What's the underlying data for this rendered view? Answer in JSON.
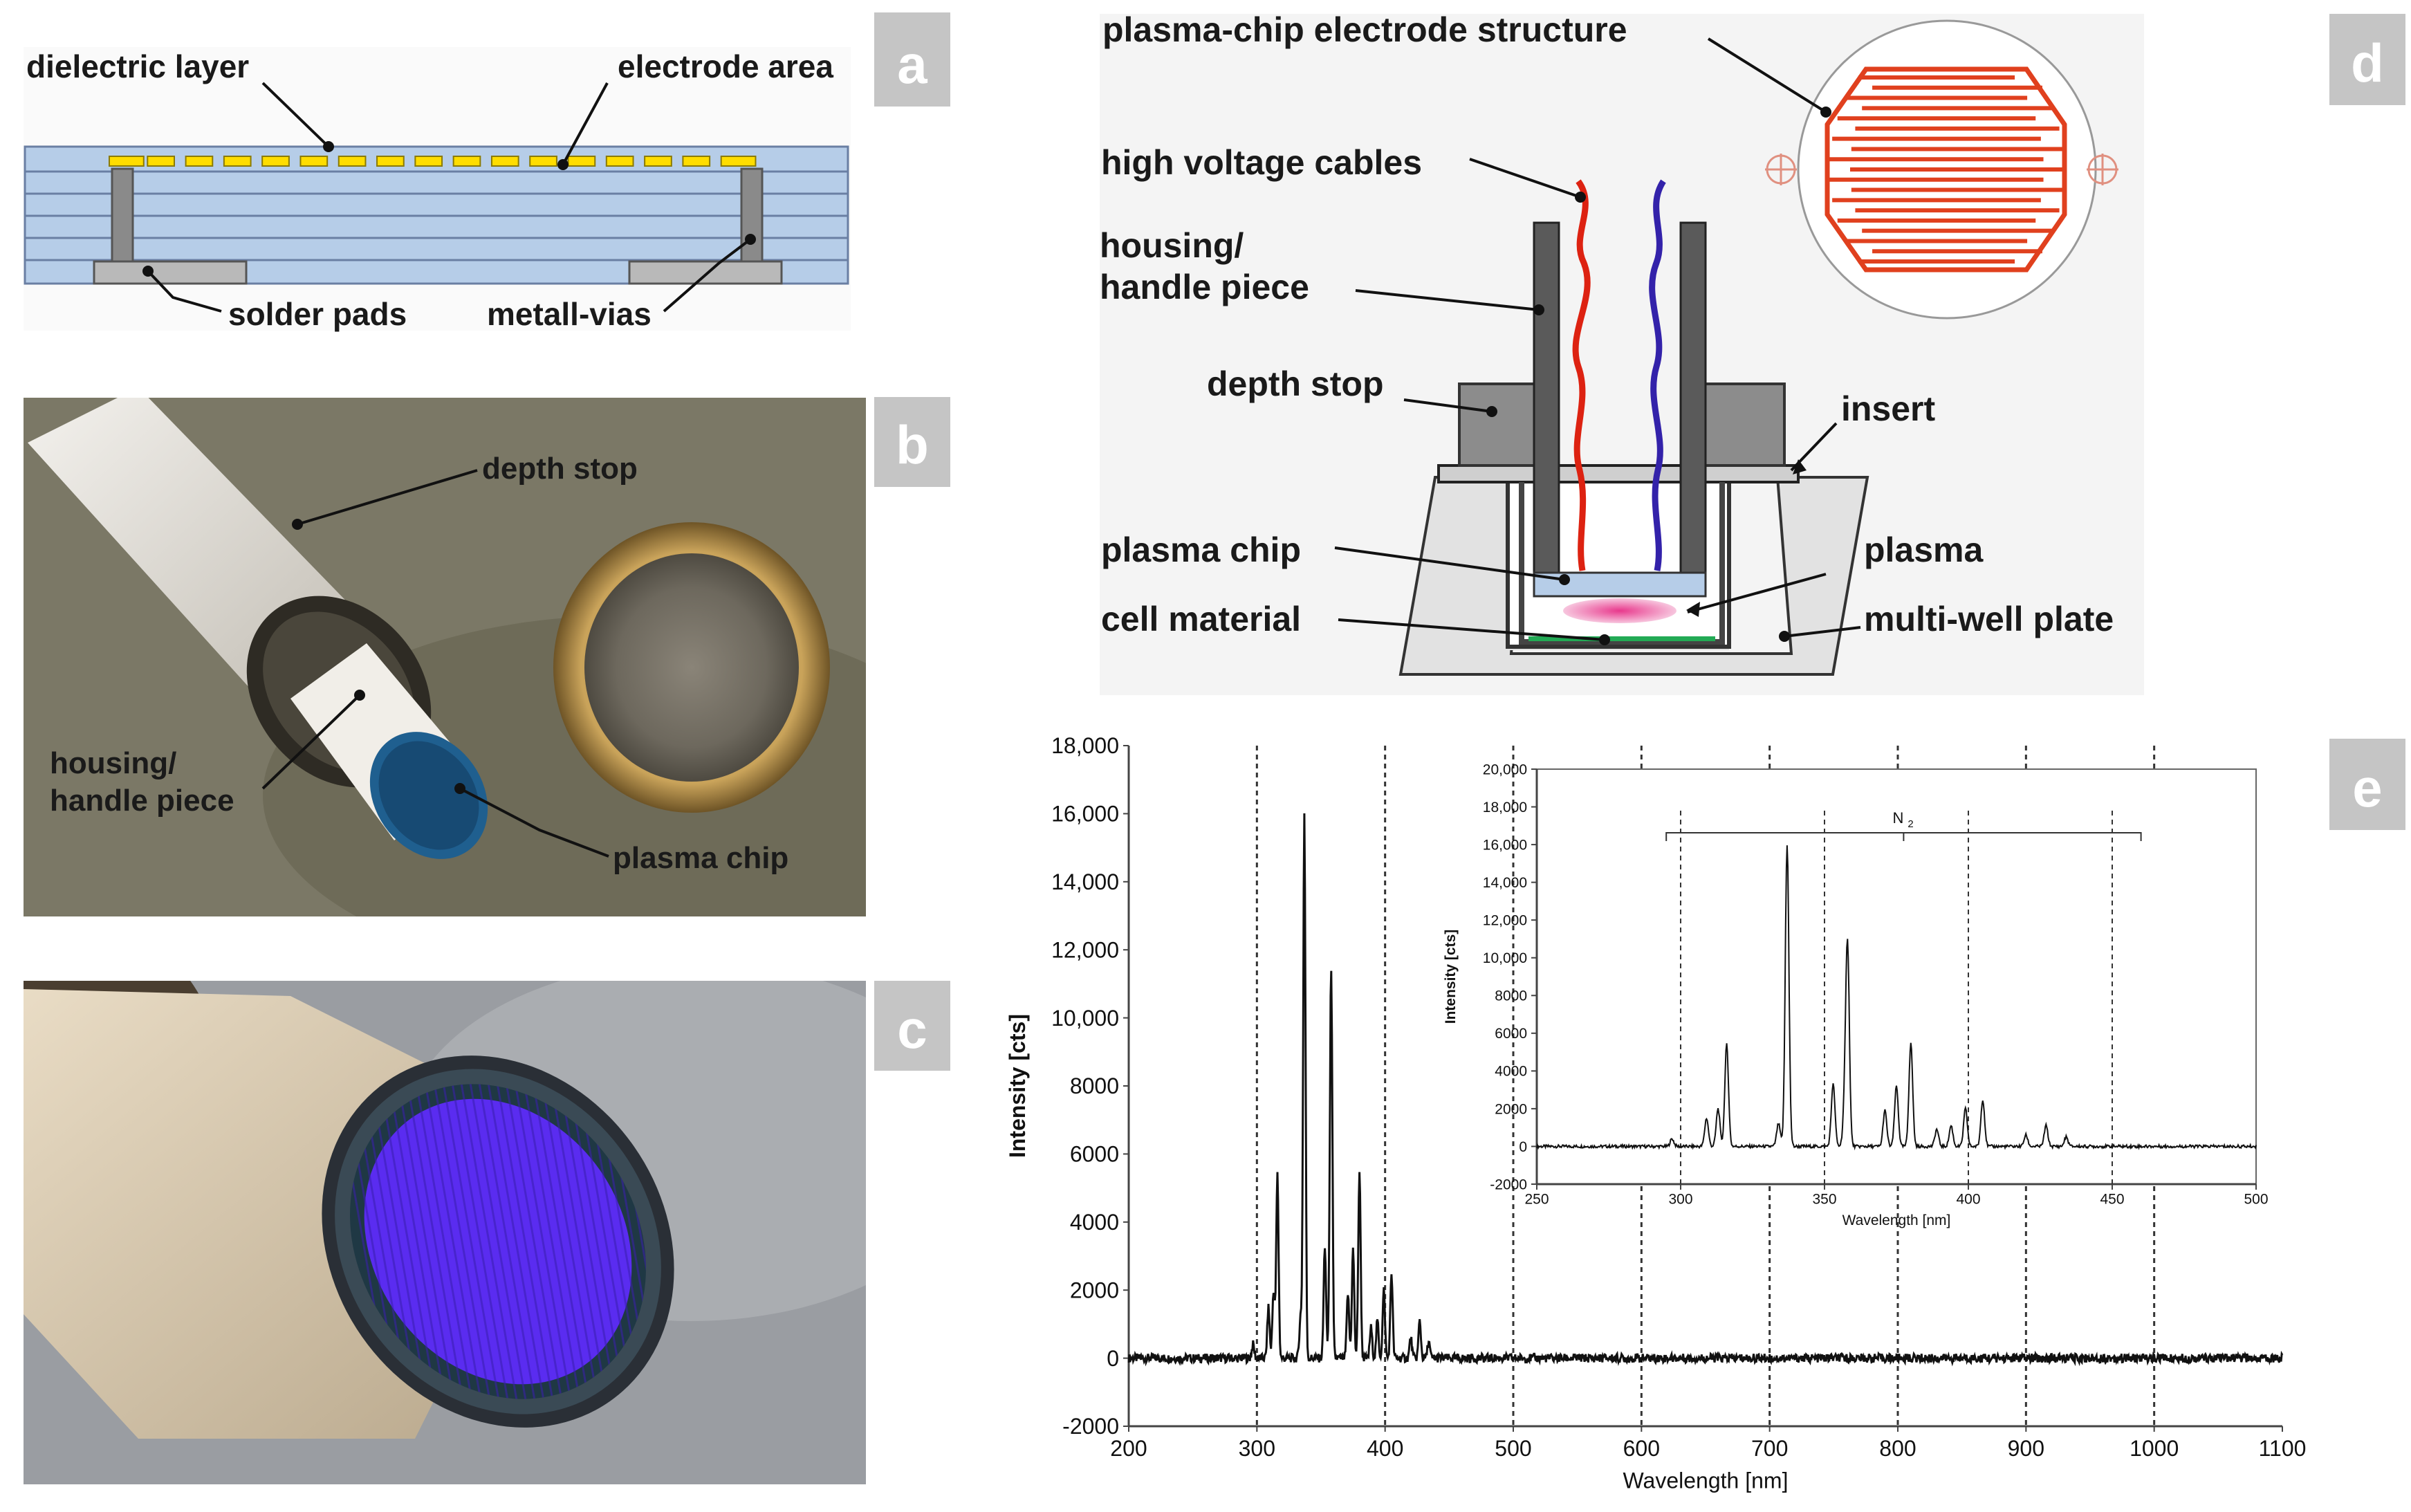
{
  "panels": {
    "a": {
      "badge": "a",
      "labels": {
        "dielectric_layer": "dielectric layer",
        "electrode_area": "electrode area",
        "solder_pads": "solder pads",
        "metall_vias": "metall-vias"
      }
    },
    "b": {
      "badge": "b",
      "labels": {
        "depth_stop": "depth stop",
        "housing_line1": "housing/",
        "housing_line2": "handle piece",
        "plasma_chip": "plasma chip"
      }
    },
    "c": {
      "badge": "c"
    },
    "d": {
      "badge": "d",
      "labels": {
        "electrode_structure": "plasma-chip electrode structure",
        "high_voltage": "high voltage cables",
        "housing_line1": "housing/",
        "housing_line2": "handle piece",
        "depth_stop": "depth stop",
        "insert": "insert",
        "plasma_chip": "plasma chip",
        "plasma": "plasma",
        "cell_material": "cell material",
        "multi_well": "multi-well plate"
      }
    },
    "e": {
      "badge": "e"
    }
  },
  "colors": {
    "pcb_blue": "#b6cde8",
    "electrode_yellow": "#ffdd00",
    "cable_red": "#dd2211",
    "cable_blue": "#3322aa",
    "electrode_red": "#e0401e",
    "plasma_pink": "#e8388c",
    "cell_green": "#22aa55",
    "badge_grey": "#c5c5c5",
    "plasma_violet": "#5a2cf0"
  },
  "chart_data": [
    {
      "type": "line",
      "xlabel": "Wavelength [nm]",
      "ylabel": "Intensity [cts]",
      "xlim": [
        200,
        1100
      ],
      "ylim": [
        -2000,
        18000
      ],
      "xticks": [
        "200",
        "300",
        "400",
        "500",
        "600",
        "700",
        "800",
        "900",
        "1000",
        "1100"
      ],
      "yticks": [
        "-2000",
        "0",
        "2000",
        "4000",
        "6000",
        "8000",
        "10,000",
        "12,000",
        "14,000",
        "16,000",
        "18,000"
      ],
      "vlines": [
        300,
        400,
        500,
        600,
        700,
        800,
        900,
        1000
      ],
      "peaks_nm": [
        297,
        309,
        313,
        316,
        334,
        337,
        353,
        357,
        358,
        371,
        375,
        380,
        389,
        394,
        399,
        405,
        420,
        427,
        434
      ],
      "peaks_cts": [
        400,
        1500,
        2000,
        5400,
        1200,
        16000,
        3300,
        1600,
        10600,
        1900,
        3200,
        5500,
        900,
        1100,
        2000,
        2500,
        600,
        1100,
        500
      ]
    },
    {
      "type": "line",
      "xlabel": "Wavelength [nm]",
      "ylabel": "Intensity [cts]",
      "annotation": "N",
      "annotation_sub": "2",
      "xlim": [
        250,
        500
      ],
      "ylim": [
        -2000,
        20000
      ],
      "xticks": [
        "250",
        "300",
        "350",
        "400",
        "450",
        "500"
      ],
      "yticks": [
        "-2000",
        "0",
        "2000",
        "4000",
        "6000",
        "8000",
        "10,000",
        "12,000",
        "14,000",
        "16,000",
        "18,000",
        "20,000"
      ],
      "vlines": [
        300,
        350,
        400,
        450
      ],
      "bracket": [
        295,
        460
      ],
      "peaks_nm": [
        297,
        309,
        313,
        316,
        334,
        337,
        353,
        357,
        358,
        371,
        375,
        380,
        389,
        394,
        399,
        405,
        420,
        427,
        434
      ],
      "peaks_cts": [
        400,
        1500,
        2000,
        5400,
        1200,
        16000,
        3300,
        1600,
        10600,
        1900,
        3200,
        5500,
        900,
        1100,
        2000,
        2500,
        600,
        1100,
        500
      ]
    }
  ]
}
